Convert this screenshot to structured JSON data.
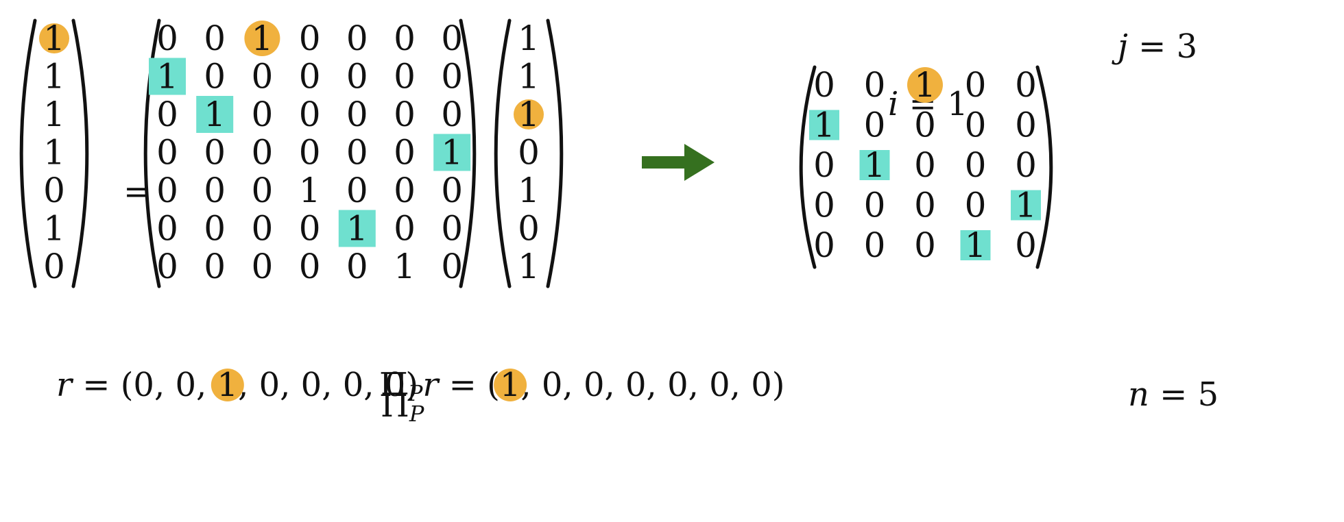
{
  "colors": {
    "circle_highlight": "#f0b13e",
    "square_highlight": "#6fe0cf",
    "arrow": "#35701f",
    "ink": "#111111"
  },
  "left_vector": [
    1,
    1,
    1,
    1,
    0,
    1,
    0
  ],
  "equals_sign": "=",
  "permutation_matrix": [
    [
      0,
      0,
      1,
      0,
      0,
      0,
      0
    ],
    [
      1,
      0,
      0,
      0,
      0,
      0,
      0
    ],
    [
      0,
      1,
      0,
      0,
      0,
      0,
      0
    ],
    [
      0,
      0,
      0,
      0,
      0,
      0,
      1
    ],
    [
      0,
      0,
      0,
      1,
      0,
      0,
      0
    ],
    [
      0,
      0,
      0,
      0,
      1,
      0,
      0
    ],
    [
      0,
      0,
      0,
      0,
      0,
      1,
      0
    ]
  ],
  "right_vector": [
    1,
    1,
    1,
    0,
    1,
    0,
    1
  ],
  "matrix_label": {
    "symbol": "Π",
    "subscript": "P"
  },
  "r_equation": {
    "lhs": "r",
    "eq": " = ",
    "values": [
      0,
      0,
      1,
      0,
      0,
      0,
      0
    ],
    "highlight_index": 2
  },
  "pi_r_equation": {
    "lhs": "Π",
    "sub": "P",
    "var": "r",
    "eq": " = ",
    "values": [
      1,
      0,
      0,
      0,
      0,
      0,
      0
    ],
    "highlight_index": 0
  },
  "small_matrix": [
    [
      0,
      0,
      1,
      0,
      0
    ],
    [
      1,
      0,
      0,
      0,
      0
    ],
    [
      0,
      1,
      0,
      0,
      0
    ],
    [
      0,
      0,
      0,
      0,
      1
    ],
    [
      0,
      0,
      0,
      1,
      0
    ]
  ],
  "labels": {
    "j": {
      "var": "j",
      "eq": " = ",
      "val": "3"
    },
    "i": {
      "var": "i",
      "eq": " = ",
      "val": "1"
    },
    "n": {
      "var": "n",
      "eq": " = ",
      "val": "5"
    }
  },
  "highlights": {
    "left_vector_circle": [
      0
    ],
    "big_circle": [
      [
        0,
        2
      ]
    ],
    "big_squares": [
      [
        1,
        0
      ],
      [
        2,
        1
      ],
      [
        3,
        6
      ],
      [
        5,
        4
      ]
    ],
    "right_vector_circle": [
      2
    ],
    "small_circle": [
      [
        0,
        2
      ]
    ],
    "small_squares": [
      [
        1,
        0
      ],
      [
        2,
        1
      ],
      [
        3,
        4
      ],
      [
        4,
        3
      ]
    ]
  }
}
